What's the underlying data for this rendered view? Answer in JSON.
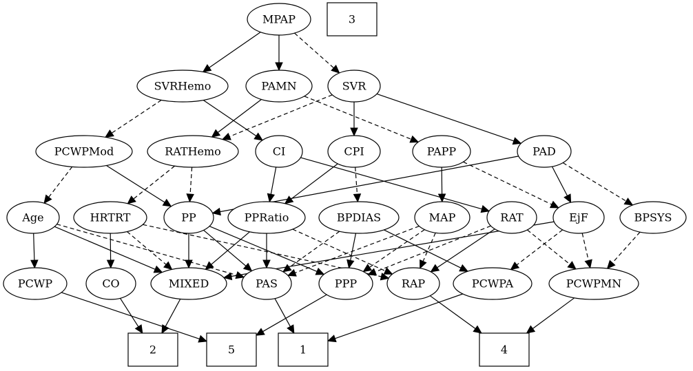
{
  "nodes": [
    {
      "id": "MPAP",
      "label": "MPAP",
      "shape": "ellipse"
    },
    {
      "id": "N3",
      "label": "3",
      "shape": "box"
    },
    {
      "id": "SVRHemo",
      "label": "SVRHemo",
      "shape": "ellipse"
    },
    {
      "id": "PAMN",
      "label": "PAMN",
      "shape": "ellipse"
    },
    {
      "id": "SVR",
      "label": "SVR",
      "shape": "ellipse"
    },
    {
      "id": "PCWPMod",
      "label": "PCWPMod",
      "shape": "ellipse"
    },
    {
      "id": "RATHemo",
      "label": "RATHemo",
      "shape": "ellipse"
    },
    {
      "id": "CI",
      "label": "CI",
      "shape": "ellipse"
    },
    {
      "id": "CPI",
      "label": "CPI",
      "shape": "ellipse"
    },
    {
      "id": "PAPP",
      "label": "PAPP",
      "shape": "ellipse"
    },
    {
      "id": "PAD",
      "label": "PAD",
      "shape": "ellipse"
    },
    {
      "id": "Age",
      "label": "Age",
      "shape": "ellipse"
    },
    {
      "id": "HRTRT",
      "label": "HRTRT",
      "shape": "ellipse"
    },
    {
      "id": "PP",
      "label": "PP",
      "shape": "ellipse"
    },
    {
      "id": "PPRatio",
      "label": "PPRatio",
      "shape": "ellipse"
    },
    {
      "id": "BPDIAS",
      "label": "BPDIAS",
      "shape": "ellipse"
    },
    {
      "id": "MAP",
      "label": "MAP",
      "shape": "ellipse"
    },
    {
      "id": "RAT",
      "label": "RAT",
      "shape": "ellipse"
    },
    {
      "id": "EjF",
      "label": "EjF",
      "shape": "ellipse"
    },
    {
      "id": "BPSYS",
      "label": "BPSYS",
      "shape": "ellipse"
    },
    {
      "id": "PCWP",
      "label": "PCWP",
      "shape": "ellipse"
    },
    {
      "id": "CO",
      "label": "CO",
      "shape": "ellipse"
    },
    {
      "id": "MIXED",
      "label": "MIXED",
      "shape": "ellipse"
    },
    {
      "id": "PAS",
      "label": "PAS",
      "shape": "ellipse"
    },
    {
      "id": "PPP",
      "label": "PPP",
      "shape": "ellipse"
    },
    {
      "id": "RAP",
      "label": "RAP",
      "shape": "ellipse"
    },
    {
      "id": "PCWPA",
      "label": "PCWPA",
      "shape": "ellipse"
    },
    {
      "id": "PCWPMN",
      "label": "PCWPMN",
      "shape": "ellipse"
    },
    {
      "id": "N2",
      "label": "2",
      "shape": "box"
    },
    {
      "id": "N5",
      "label": "5",
      "shape": "box"
    },
    {
      "id": "N1",
      "label": "1",
      "shape": "box"
    },
    {
      "id": "N4",
      "label": "4",
      "shape": "box"
    }
  ],
  "edges": [
    {
      "from": "MPAP",
      "to": "SVRHemo",
      "style": "solid"
    },
    {
      "from": "MPAP",
      "to": "PAMN",
      "style": "solid"
    },
    {
      "from": "MPAP",
      "to": "SVR",
      "style": "dashed"
    },
    {
      "from": "SVRHemo",
      "to": "PCWPMod",
      "style": "dashed"
    },
    {
      "from": "SVRHemo",
      "to": "CI",
      "style": "solid"
    },
    {
      "from": "PAMN",
      "to": "RATHemo",
      "style": "solid"
    },
    {
      "from": "PAMN",
      "to": "PAPP",
      "style": "dashed"
    },
    {
      "from": "SVR",
      "to": "RATHemo",
      "style": "dashed"
    },
    {
      "from": "SVR",
      "to": "CPI",
      "style": "solid"
    },
    {
      "from": "SVR",
      "to": "PAD",
      "style": "solid"
    },
    {
      "from": "PCWPMod",
      "to": "Age",
      "style": "dashed"
    },
    {
      "from": "PCWPMod",
      "to": "PP",
      "style": "solid"
    },
    {
      "from": "RATHemo",
      "to": "HRTRT",
      "style": "dashed"
    },
    {
      "from": "RATHemo",
      "to": "PP",
      "style": "dashed"
    },
    {
      "from": "CI",
      "to": "PPRatio",
      "style": "solid"
    },
    {
      "from": "CI",
      "to": "RAT",
      "style": "solid"
    },
    {
      "from": "CPI",
      "to": "PPRatio",
      "style": "solid"
    },
    {
      "from": "CPI",
      "to": "BPDIAS",
      "style": "dashed"
    },
    {
      "from": "PAPP",
      "to": "MAP",
      "style": "solid"
    },
    {
      "from": "PAPP",
      "to": "EjF",
      "style": "dashed"
    },
    {
      "from": "PAD",
      "to": "PP",
      "style": "solid"
    },
    {
      "from": "PAD",
      "to": "EjF",
      "style": "solid"
    },
    {
      "from": "PAD",
      "to": "BPSYS",
      "style": "dashed"
    },
    {
      "from": "Age",
      "to": "PCWP",
      "style": "solid"
    },
    {
      "from": "Age",
      "to": "MIXED",
      "style": "solid"
    },
    {
      "from": "Age",
      "to": "PAS",
      "style": "dashed"
    },
    {
      "from": "HRTRT",
      "to": "CO",
      "style": "solid"
    },
    {
      "from": "HRTRT",
      "to": "MIXED",
      "style": "dashed"
    },
    {
      "from": "HRTRT",
      "to": "RAP",
      "style": "dashed"
    },
    {
      "from": "PP",
      "to": "MIXED",
      "style": "solid"
    },
    {
      "from": "PP",
      "to": "PAS",
      "style": "solid"
    },
    {
      "from": "PP",
      "to": "PPP",
      "style": "solid"
    },
    {
      "from": "PPRatio",
      "to": "MIXED",
      "style": "solid"
    },
    {
      "from": "PPRatio",
      "to": "PAS",
      "style": "solid"
    },
    {
      "from": "PPRatio",
      "to": "RAP",
      "style": "dashed"
    },
    {
      "from": "BPDIAS",
      "to": "PAS",
      "style": "dashed"
    },
    {
      "from": "BPDIAS",
      "to": "PPP",
      "style": "solid"
    },
    {
      "from": "BPDIAS",
      "to": "PCWPA",
      "style": "solid"
    },
    {
      "from": "MAP",
      "to": "PAS",
      "style": "dashed"
    },
    {
      "from": "MAP",
      "to": "PPP",
      "style": "dashed"
    },
    {
      "from": "MAP",
      "to": "RAP",
      "style": "dashed"
    },
    {
      "from": "RAT",
      "to": "PPP",
      "style": "dashed"
    },
    {
      "from": "RAT",
      "to": "RAP",
      "style": "solid"
    },
    {
      "from": "RAT",
      "to": "PCWPMN",
      "style": "dashed"
    },
    {
      "from": "EjF",
      "to": "MIXED",
      "style": "solid"
    },
    {
      "from": "EjF",
      "to": "PCWPA",
      "style": "dashed"
    },
    {
      "from": "EjF",
      "to": "PCWPMN",
      "style": "dashed"
    },
    {
      "from": "BPSYS",
      "to": "PCWPMN",
      "style": "dashed"
    },
    {
      "from": "PCWP",
      "to": "N5",
      "style": "solid"
    },
    {
      "from": "CO",
      "to": "N2",
      "style": "solid"
    },
    {
      "from": "MIXED",
      "to": "N2",
      "style": "solid"
    },
    {
      "from": "PAS",
      "to": "N1",
      "style": "solid"
    },
    {
      "from": "PPP",
      "to": "N5",
      "style": "solid"
    },
    {
      "from": "RAP",
      "to": "N4",
      "style": "solid"
    },
    {
      "from": "PCWPA",
      "to": "N1",
      "style": "solid"
    },
    {
      "from": "PCWPMN",
      "to": "N4",
      "style": "solid"
    }
  ]
}
